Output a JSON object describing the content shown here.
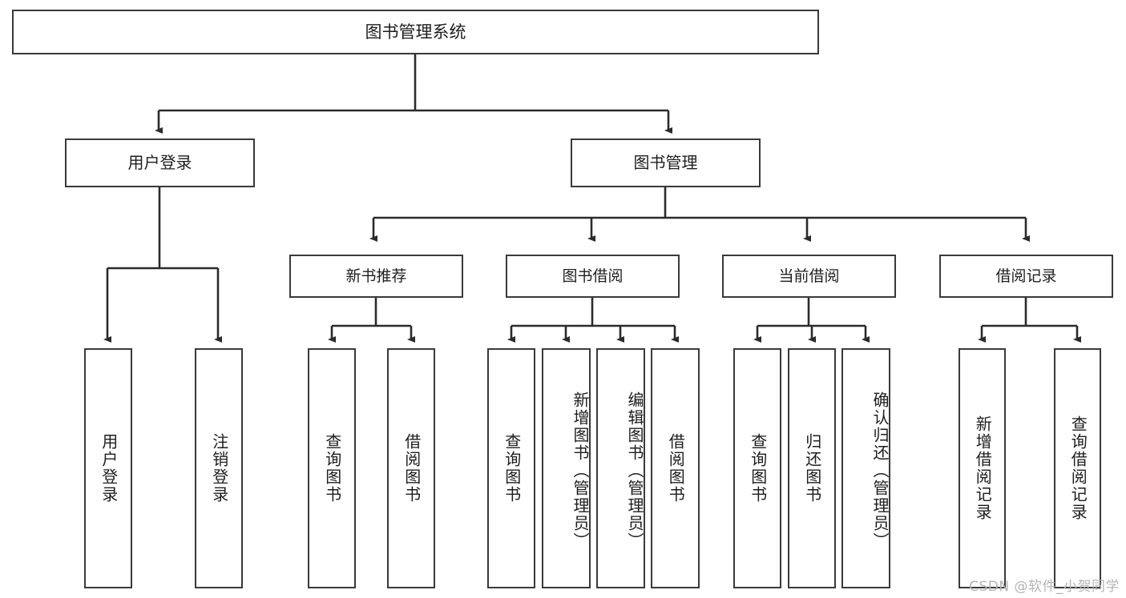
{
  "diagram": {
    "type": "tree",
    "title": "图书管理系统",
    "root": {
      "id": "root",
      "label": "图书管理系统"
    },
    "level2": [
      {
        "id": "user-login",
        "label": "用户登录"
      },
      {
        "id": "book-manage",
        "label": "图书管理"
      }
    ],
    "level3": [
      {
        "id": "new-book-rec",
        "label": "新书推荐",
        "parent": "book-manage"
      },
      {
        "id": "book-borrow",
        "label": "图书借阅",
        "parent": "book-manage"
      },
      {
        "id": "current-borrow",
        "label": "当前借阅",
        "parent": "book-manage"
      },
      {
        "id": "borrow-record",
        "label": "借阅记录",
        "parent": "book-manage"
      }
    ],
    "leaves": [
      {
        "id": "leaf-user-login",
        "label": "用户登录",
        "parent": "user-login"
      },
      {
        "id": "leaf-user-logout",
        "label": "注销登录",
        "parent": "user-login"
      },
      {
        "id": "leaf-query-book-1",
        "label": "查询图书",
        "parent": "new-book-rec"
      },
      {
        "id": "leaf-borrow-book-1",
        "label": "借阅图书",
        "parent": "new-book-rec"
      },
      {
        "id": "leaf-query-book-2",
        "label": "查询图书",
        "parent": "book-borrow"
      },
      {
        "id": "leaf-add-book",
        "label": "新增图书（管理员）",
        "parent": "book-borrow"
      },
      {
        "id": "leaf-edit-book",
        "label": "编辑图书（管理员）",
        "parent": "book-borrow"
      },
      {
        "id": "leaf-borrow-book-2",
        "label": "借阅图书",
        "parent": "book-borrow"
      },
      {
        "id": "leaf-query-book-3",
        "label": "查询图书",
        "parent": "current-borrow"
      },
      {
        "id": "leaf-return-book",
        "label": "归还图书",
        "parent": "current-borrow"
      },
      {
        "id": "leaf-confirm-return",
        "label": "确认归还（管理员）",
        "parent": "current-borrow"
      },
      {
        "id": "leaf-add-record",
        "label": "新增借阅记录",
        "parent": "borrow-record"
      },
      {
        "id": "leaf-query-record",
        "label": "查询借阅记录",
        "parent": "borrow-record"
      }
    ]
  },
  "watermark": {
    "text": "CSDN @软件_小贺同学"
  },
  "colors": {
    "box_border": "#3a3a3a",
    "box_fill": "#ffffff",
    "edge": "#2b2b2b",
    "text": "#1d1d1d",
    "watermark": "#b4b4b4",
    "background": "#ffffff"
  }
}
